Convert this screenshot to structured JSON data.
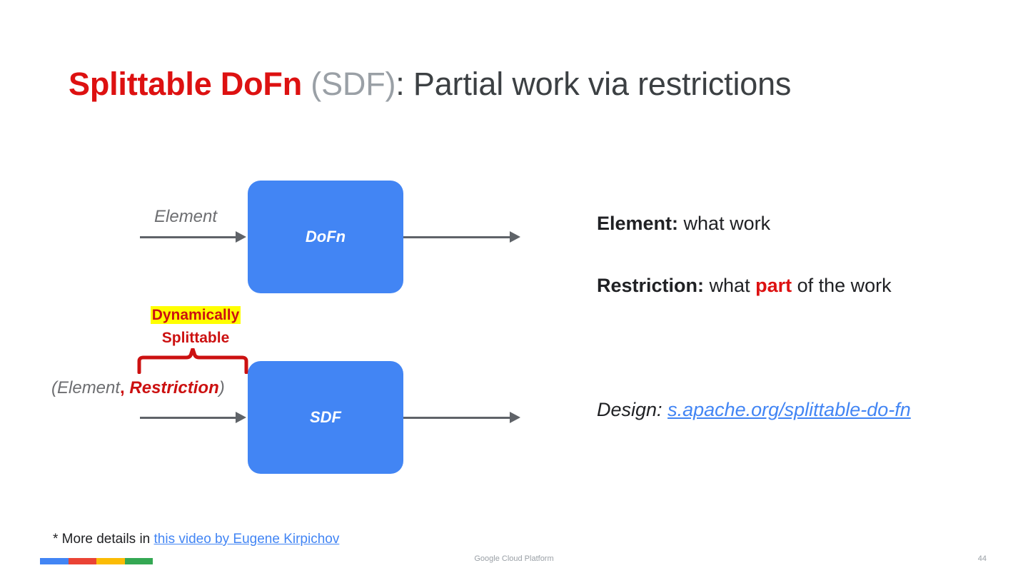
{
  "slide": {
    "title": {
      "part_red": "Splittable DoFn",
      "part_grey": " (SDF)",
      "part_dark": ": Partial work via restrictions"
    },
    "diagram": {
      "top_box_label": "DoFn",
      "bottom_box_label": "SDF",
      "input_label_top": "Element",
      "callout_line1": "Dynamically",
      "callout_line2": "Splittable",
      "tuple": {
        "open_paren": "(",
        "element": "Element",
        "comma": ",",
        "space": " ",
        "restriction": "Restriction",
        "close_paren": ")"
      }
    },
    "explanations": {
      "element_term": "Element:",
      "element_desc": " what work",
      "restriction_term": "Restriction:",
      "restriction_desc_pre": " what ",
      "restriction_desc_emph": "part",
      "restriction_desc_post": " of the work",
      "design_label": "Design: ",
      "design_link": "s.apache.org/splittable-do-fn"
    },
    "footnote": {
      "prefix": "* More details in ",
      "link": "this video by Eugene Kirpichov"
    },
    "footer": {
      "brand": "Google Cloud Platform",
      "slide_number": "44"
    },
    "colors": {
      "box_blue": "#4285f4",
      "accent_red": "#dd1111",
      "highlight_yellow": "#ffff00",
      "link_blue": "#4285f4",
      "arrow_grey": "#5f6368",
      "bar_blue": "#4285f4",
      "bar_red": "#ea4335",
      "bar_yellow": "#fbbc05",
      "bar_green": "#34a853"
    }
  }
}
